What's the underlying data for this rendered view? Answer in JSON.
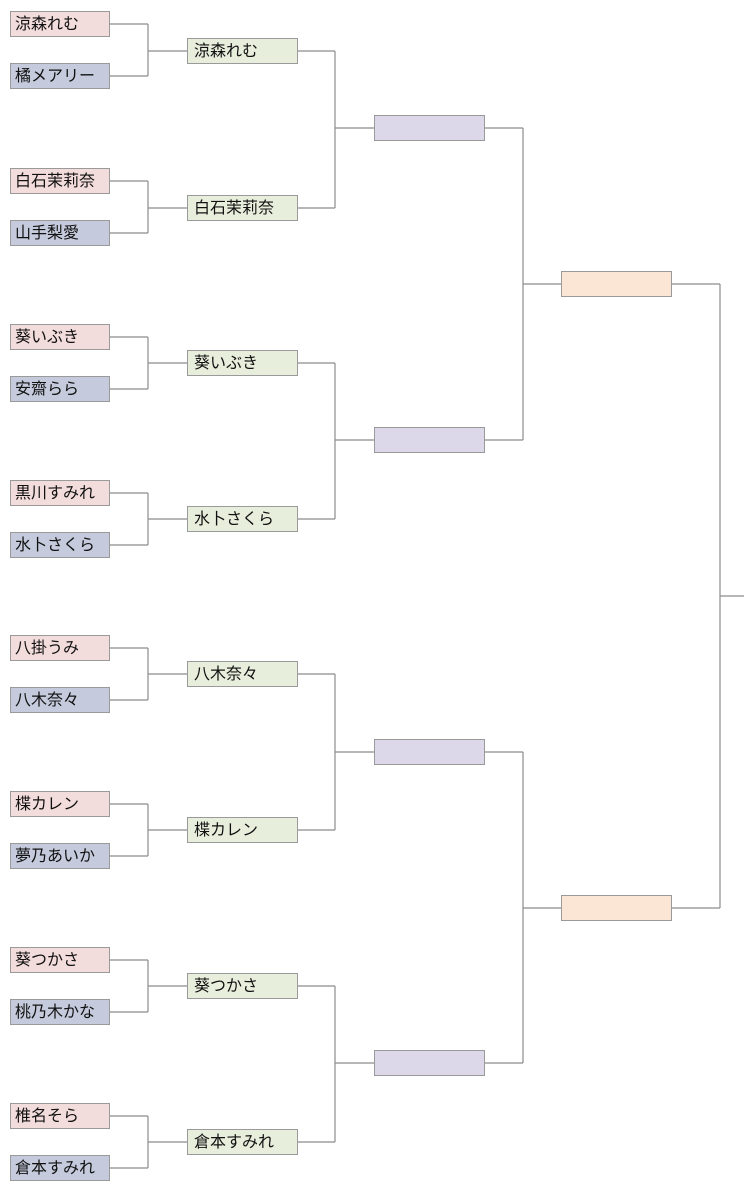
{
  "colors": {
    "round1_top": "#f3dcdc",
    "round1_bottom": "#c5cbdc",
    "round2": "#e8eedc",
    "round3": "#dcd8ea",
    "round4": "#fbe6d6",
    "line": "#8c8c8c",
    "border": "#9a9a9a"
  },
  "round1": [
    "涼森れむ",
    "橘メアリー",
    "白石茉莉奈",
    "山手梨愛",
    "葵いぶき",
    "安齋らら",
    "黒川すみれ",
    "水卜さくら",
    "八掛うみ",
    "八木奈々",
    "楪カレン",
    "夢乃あいか",
    "葵つかさ",
    "桃乃木かな",
    "椎名そら",
    "倉本すみれ"
  ],
  "round2": [
    "涼森れむ",
    "白石茉莉奈",
    "葵いぶき",
    "水卜さくら",
    "八木奈々",
    "楪カレン",
    "葵つかさ",
    "倉本すみれ"
  ],
  "round3": [
    "",
    "",
    "",
    ""
  ],
  "round4": [
    "",
    ""
  ]
}
